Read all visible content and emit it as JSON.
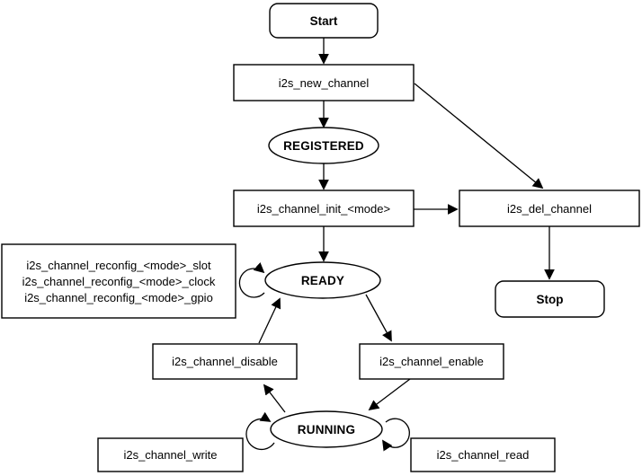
{
  "colors": {
    "state_text": "#1266CC",
    "line": "#000000",
    "node_fill": "#ffffff"
  },
  "nodes": {
    "start": {
      "label": "Start",
      "shape": "rounded-rect"
    },
    "new_channel": {
      "label": "i2s_new_channel",
      "shape": "rect"
    },
    "registered": {
      "label": "REGISTERED",
      "shape": "ellipse"
    },
    "init": {
      "label": "i2s_channel_init_<mode>",
      "shape": "rect"
    },
    "del_channel": {
      "label": "i2s_del_channel",
      "shape": "rect"
    },
    "stop": {
      "label": "Stop",
      "shape": "rounded-rect"
    },
    "reconfig": {
      "shape": "rect",
      "lines": [
        "i2s_channel_reconfig_<mode>_slot",
        "i2s_channel_reconfig_<mode>_clock",
        "i2s_channel_reconfig_<mode>_gpio"
      ]
    },
    "ready": {
      "label": "READY",
      "shape": "ellipse"
    },
    "disable": {
      "label": "i2s_channel_disable",
      "shape": "rect"
    },
    "enable": {
      "label": "i2s_channel_enable",
      "shape": "rect"
    },
    "running": {
      "label": "RUNNING",
      "shape": "ellipse"
    },
    "write": {
      "label": "i2s_channel_write",
      "shape": "rect"
    },
    "read": {
      "label": "i2s_channel_read",
      "shape": "rect"
    }
  },
  "edges": [
    "start -> i2s_new_channel",
    "i2s_new_channel -> REGISTERED",
    "i2s_new_channel -> i2s_del_channel",
    "REGISTERED -> i2s_channel_init_<mode>",
    "i2s_channel_init_<mode> -> READY",
    "i2s_channel_init_<mode> -> i2s_del_channel",
    "i2s_del_channel -> stop",
    "READY self-loop (reconfig)",
    "i2s_channel_disable -> READY",
    "READY -> i2s_channel_enable",
    "i2s_channel_enable -> RUNNING",
    "RUNNING -> i2s_channel_disable",
    "RUNNING self-loop (write)",
    "RUNNING self-loop (read)"
  ]
}
